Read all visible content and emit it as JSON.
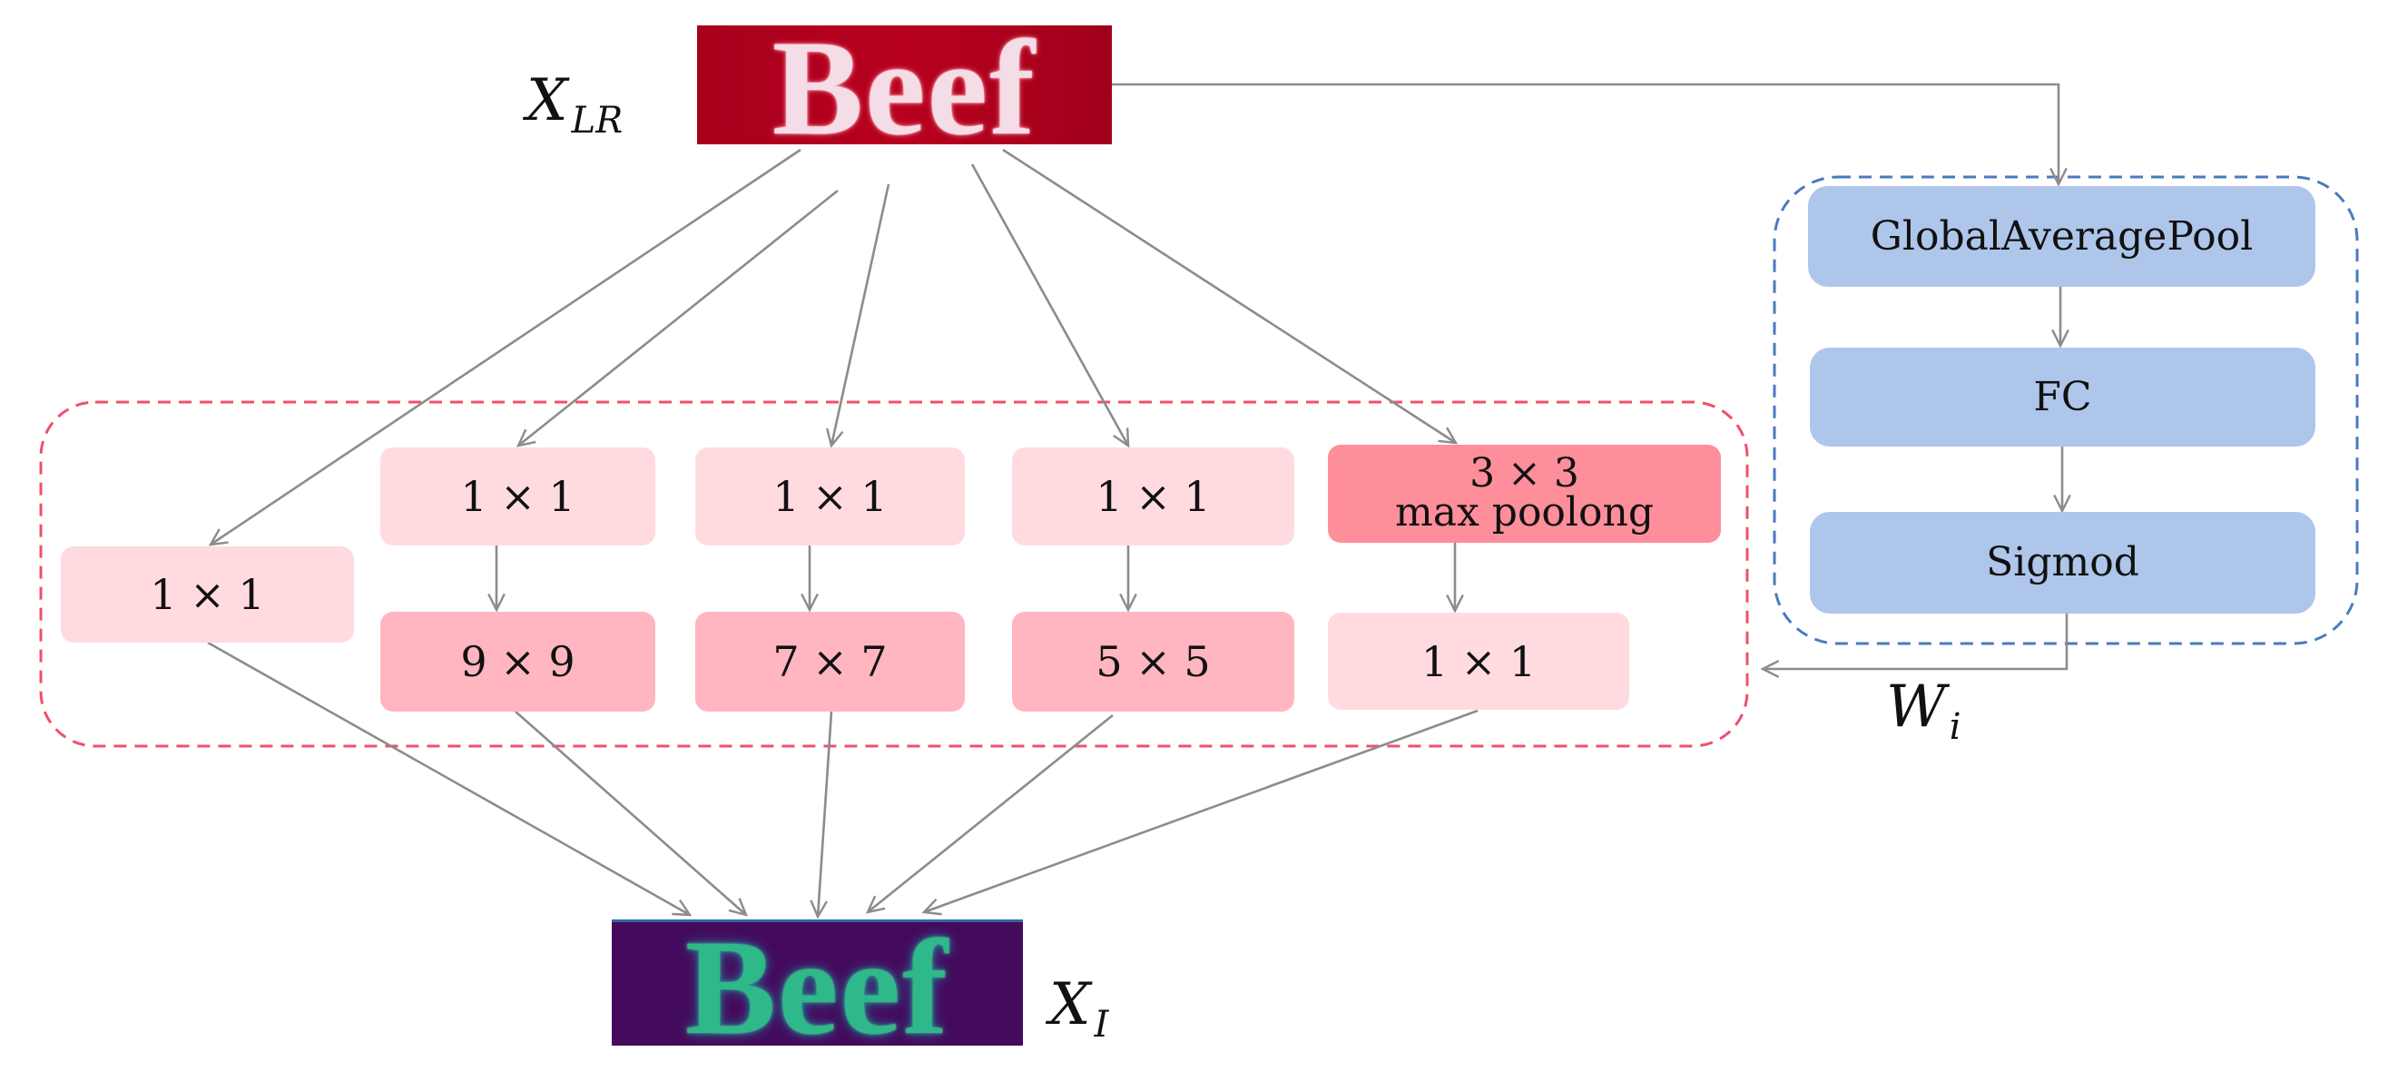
{
  "figure": {
    "input": {
      "symbol": "X",
      "subscript": "LR",
      "image_text": "Beef",
      "image_style": "low-resolution red text image"
    },
    "output": {
      "symbol": "X",
      "subscript": "I",
      "image_text": "Beef",
      "image_style": "feature heatmap (viridis)"
    },
    "weight_label": {
      "symbol": "W",
      "subscript": "i"
    },
    "multiscale_block": {
      "branches": [
        {
          "id": "branch-1",
          "layers": [
            "1 × 1"
          ]
        },
        {
          "id": "branch-2",
          "layers": [
            "1 × 1",
            "9 × 9"
          ]
        },
        {
          "id": "branch-3",
          "layers": [
            "1 × 1",
            "7 × 7"
          ]
        },
        {
          "id": "branch-4",
          "layers": [
            "1 × 1",
            "5 × 5"
          ]
        },
        {
          "id": "branch-5",
          "layers": [
            "3 × 3",
            "max poolong",
            "1 × 1"
          ]
        }
      ],
      "border_color": "#F0506A"
    },
    "attention_block": {
      "layers": [
        "GlobalAveragePool",
        "FC",
        "Sigmod"
      ],
      "border_color": "#4A7BBF",
      "fill_color": "#AEC6EA"
    },
    "colors": {
      "conv_1x1": "#FFDBE0",
      "conv_kxk": "#FFB6C1",
      "max_pool": "#FF8E9B",
      "arrow": "#8C8C8C"
    }
  }
}
